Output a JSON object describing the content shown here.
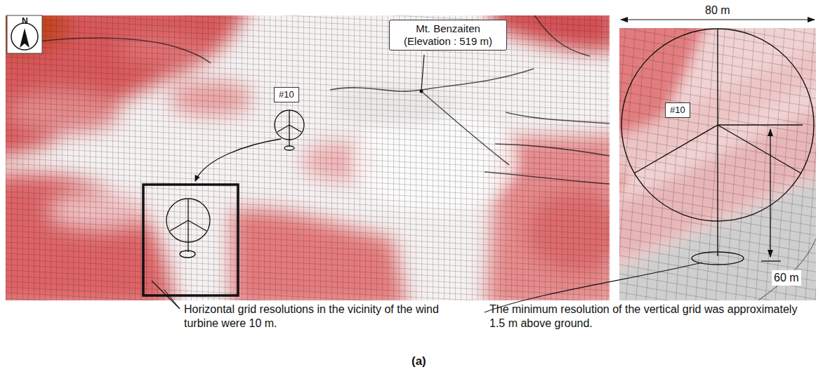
{
  "diagram": {
    "caption": "(a)",
    "nodes": [
      {
        "text": [
          "Mt. Benzaiten (Elevation : 519 m)"
        ]
      },
      {
        "text": [
          "#10"
        ]
      },
      {
        "text": [
          "#10"
        ]
      }
    ],
    "labels": [
      "N",
      "80 m",
      "60 m",
      "Horizontal grid resolutions in the vicinity of the wind turbine were 10 m.",
      "The minimum resolution of the vertical grid was approximately 1.5 m above ground."
    ]
  }
}
